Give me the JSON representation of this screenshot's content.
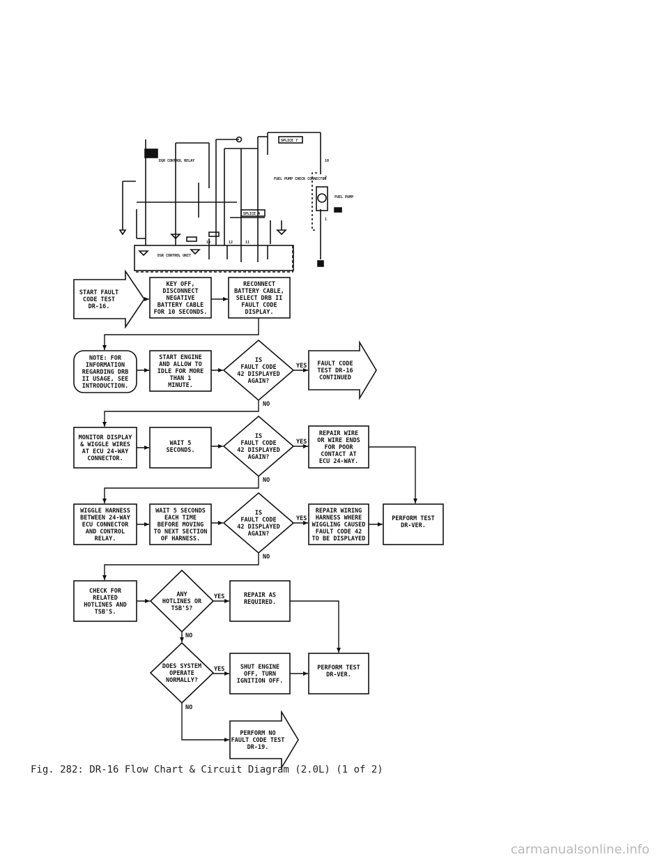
{
  "circuit": {
    "labels": {
      "splice_top": "SPLICE 7",
      "splice_mid": "SPLICE A",
      "control_relay": "EGR CONTROL RELAY",
      "fuel_pump_check": "FUEL PUMP CHECK CONNECTOR",
      "fuel_pump": "FUEL PUMP",
      "control_unit": "EGR CONTROL UNIT",
      "ecu_pin_12": "12",
      "ecu_pin_14": "14",
      "ecu_pin_11": "11",
      "ecu_pin_10": "10",
      "ecu_pin_2": "2",
      "ecu_pin_1": "1"
    }
  },
  "flowchart": {
    "start": [
      "START FAULT",
      "CODE TEST",
      "DR-16."
    ],
    "key_off": [
      "KEY OFF,",
      "DISCONNECT",
      "NEGATIVE",
      "BATTERY CABLE",
      "FOR 10 SECONDS."
    ],
    "reconnect": [
      "RECONNECT",
      "BATTERY CABLE,",
      "SELECT DRB II",
      "FAULT CODE",
      "DISPLAY."
    ],
    "note": [
      "NOTE: FOR",
      "INFORMATION",
      "REGARDING DRB",
      "II USAGE, SEE",
      "INTRODUCTION."
    ],
    "start_engine": [
      "START ENGINE",
      "AND ALLOW TO",
      "IDLE FOR MORE",
      "THAN 1",
      "MINUTE."
    ],
    "decision1": [
      "IS",
      "FAULT CODE",
      "42 DISPLAYED",
      "AGAIN?"
    ],
    "continued": [
      "FAULT CODE",
      "TEST DR-16",
      "CONTINUED"
    ],
    "monitor": [
      "MONITOR DISPLAY",
      "& WIGGLE WIRES",
      "AT ECU 24-WAY",
      "CONNECTOR."
    ],
    "wait5": [
      "WAIT 5",
      "SECONDS."
    ],
    "decision2": [
      "IS",
      "FAULT CODE",
      "42 DISPLAYED",
      "AGAIN?"
    ],
    "repair_wire": [
      "REPAIR WIRE",
      "OR WIRE ENDS",
      "FOR POOR",
      "CONTACT AT",
      "ECU 24-WAY."
    ],
    "wiggle": [
      "WIGGLE HARNESS",
      "BETWEEN 24-WAY",
      "ECU CONNECTOR",
      "AND CONTROL",
      "RELAY."
    ],
    "wait_each": [
      "WAIT 5 SECONDS",
      "EACH TIME",
      "BEFORE MOVING",
      "TO NEXT SECTION",
      "OF HARNESS."
    ],
    "decision3": [
      "IS",
      "FAULT CODE",
      "42 DISPLAYED",
      "AGAIN?"
    ],
    "repair_harness": [
      "REPAIR WIRING",
      "HARNESS WHERE",
      "WIGGLING CAUSED",
      "FAULT CODE 42",
      "TO BE DISPLAYED"
    ],
    "perform_ver1": [
      "PERFORM TEST",
      "DR-VER."
    ],
    "check_hotlines": [
      "CHECK FOR",
      "RELATED",
      "HOTLINES AND",
      "TSB'S."
    ],
    "decision4": [
      "ANY",
      "HOTLINES OR",
      "TSB'S?"
    ],
    "repair_required": [
      "REPAIR AS",
      "REQUIRED."
    ],
    "decision5": [
      "DOES SYSTEM",
      "OPERATE",
      "NORMALLY?"
    ],
    "shut_engine": [
      "SHUT ENGINE",
      "OFF, TURN",
      "IGNITION OFF."
    ],
    "perform_ver2": [
      "PERFORM TEST",
      "DR-VER."
    ],
    "perform_no_fault": [
      "PERFORM NO",
      "FAULT CODE TEST",
      "DR-19."
    ],
    "yes_label": "YES",
    "no_label": "NO"
  },
  "caption": "Fig. 282:  DR-16 Flow Chart & Circuit Diagram (2.0L) (1 of 2)",
  "watermark": "carmanualsonline.info"
}
